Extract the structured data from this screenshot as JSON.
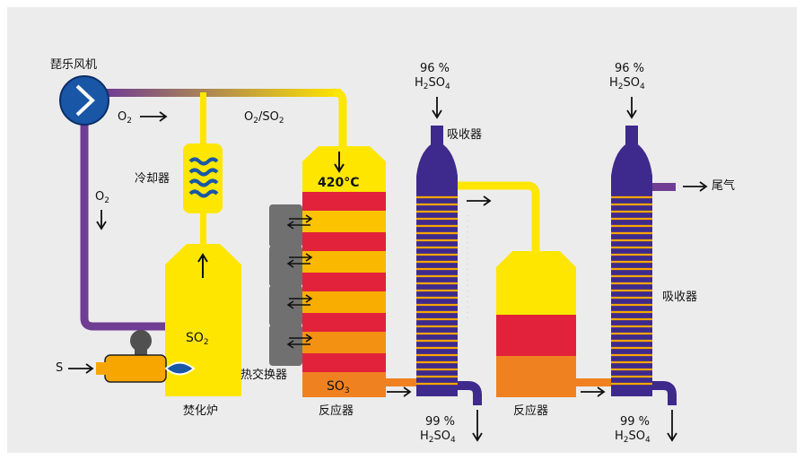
{
  "labels": {
    "blower": "琵乐风机",
    "o2_top": "O",
    "o2_top_sub": "2",
    "o2so2_a": "O",
    "o2so2_b": "2",
    "o2so2_c": "/SO",
    "o2so2_d": "2",
    "o2_left": "O",
    "o2_left_sub": "2",
    "cooler": "冷却器",
    "furnace_so2": "SO",
    "furnace_so2_sub": "2",
    "s_input": "S",
    "furnace": "焚化炉",
    "temp": "420°C",
    "heat_exchanger": "热交换器",
    "so3": "SO",
    "so3_sub": "3",
    "reactor1": "反应器",
    "reactor2": "反应器",
    "absorber1": "吸收器",
    "absorber2": "吸收器",
    "tail_gas": "尾气",
    "acid96_1_pct": "96 %",
    "acid96_2_pct": "96 %",
    "acid99_1_pct": "99 %",
    "acid99_2_pct": "99 %",
    "h": "H",
    "two": "2",
    "so": "SO",
    "four": "4"
  },
  "colors": {
    "background": "#ececec",
    "yellow": "#ffe600",
    "orange": "#f7a600",
    "red": "#e2223a",
    "purple": "#3e2a8c",
    "pipe_purple": "#6f3d93",
    "blue_blower": "#1a56a6",
    "gray": "#707070"
  }
}
